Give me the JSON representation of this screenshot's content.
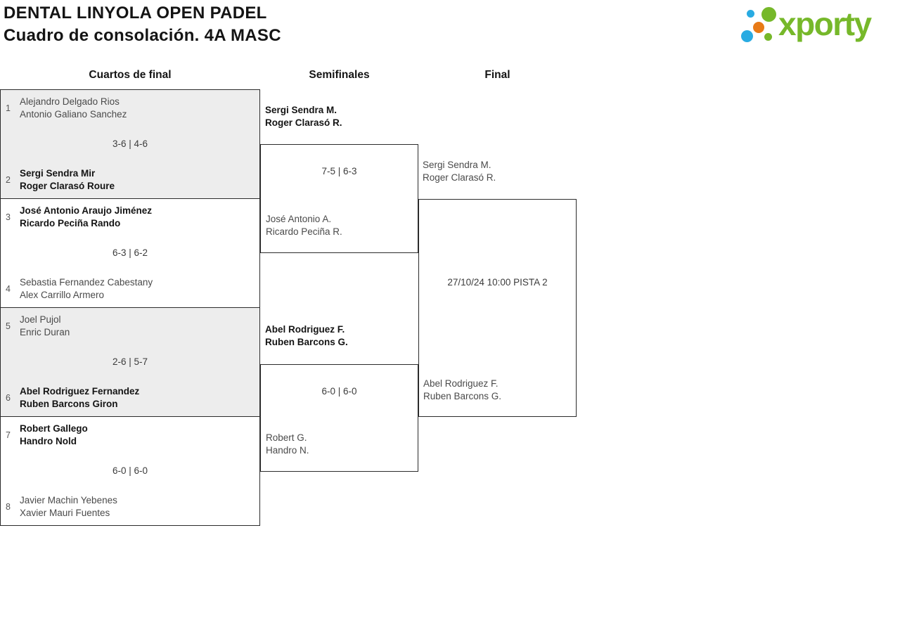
{
  "header": {
    "title": "DENTAL LINYOLA OPEN PADEL",
    "subtitle": "Cuadro de consolación. 4A MASC"
  },
  "logo": {
    "brand": "xporty",
    "colors": {
      "green": "#76b82a",
      "blue": "#29abe2",
      "orange": "#e87a16"
    }
  },
  "round_titles": {
    "quarterfinals": "Cuartos de final",
    "semifinals": "Semifinales",
    "final": "Final"
  },
  "bracket": {
    "quarterfinals": [
      {
        "seed1": "1",
        "team1": [
          "Alejandro Delgado Rios",
          "Antonio Galiano Sanchez"
        ],
        "team1_winner": false,
        "score": "3-6 | 4-6",
        "seed2": "2",
        "team2": [
          "Sergi Sendra Mir",
          "Roger Clarasó Roure"
        ],
        "team2_winner": true
      },
      {
        "seed1": "3",
        "team1": [
          "José Antonio Araujo Jiménez",
          "Ricardo Peciña Rando"
        ],
        "team1_winner": true,
        "score": "6-3 | 6-2",
        "seed2": "4",
        "team2": [
          "Sebastia Fernandez Cabestany",
          "Alex Carrillo Armero"
        ],
        "team2_winner": false
      },
      {
        "seed1": "5",
        "team1": [
          "Joel Pujol",
          "Enric Duran"
        ],
        "team1_winner": false,
        "score": "2-6 | 5-7",
        "seed2": "6",
        "team2": [
          "Abel Rodriguez Fernandez",
          "Ruben Barcons Giron"
        ],
        "team2_winner": true
      },
      {
        "seed1": "7",
        "team1": [
          "Robert Gallego",
          "Handro Nold"
        ],
        "team1_winner": true,
        "score": "6-0 | 6-0",
        "seed2": "8",
        "team2": [
          "Javier Machin Yebenes",
          "Xavier Mauri Fuentes"
        ],
        "team2_winner": false
      }
    ],
    "semifinals": [
      {
        "advancing_team": [
          "Sergi Sendra M.",
          "Roger Clarasó R."
        ],
        "score": "7-5 | 6-3",
        "bottom_team": [
          "José Antonio A.",
          "Ricardo Peciña R."
        ]
      },
      {
        "advancing_team": [
          "Abel Rodriguez F.",
          "Ruben Barcons G."
        ],
        "score": "6-0 | 6-0",
        "bottom_team": [
          "Robert G.",
          "Handro N."
        ]
      }
    ],
    "final": {
      "top_team": [
        "Sergi Sendra M.",
        "Roger Clarasó R."
      ],
      "schedule": "27/10/24 10:00 PISTA 2",
      "bottom_team": [
        "Abel Rodriguez F.",
        "Ruben Barcons G."
      ]
    }
  }
}
